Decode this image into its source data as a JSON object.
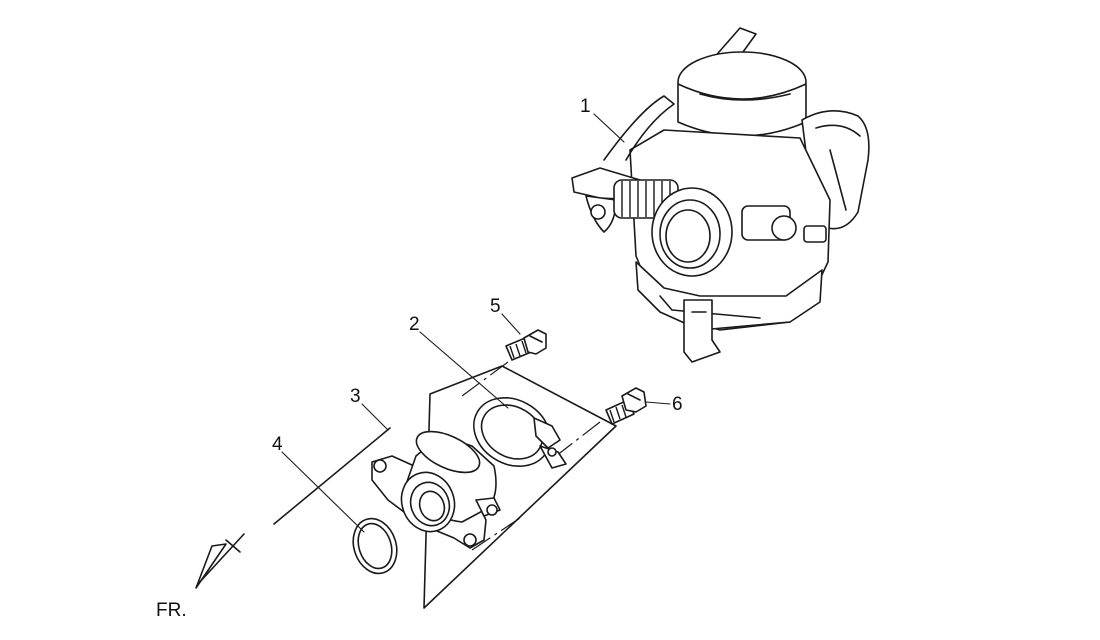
{
  "callouts": [
    {
      "id": "1",
      "text": "1"
    },
    {
      "id": "2",
      "text": "2"
    },
    {
      "id": "3",
      "text": "3"
    },
    {
      "id": "4",
      "text": "4"
    },
    {
      "id": "5",
      "text": "5"
    },
    {
      "id": "6",
      "text": "6"
    }
  ],
  "direction_label": "FR.",
  "colors": {
    "ink": "#1a1a1a",
    "background": "#ffffff"
  }
}
